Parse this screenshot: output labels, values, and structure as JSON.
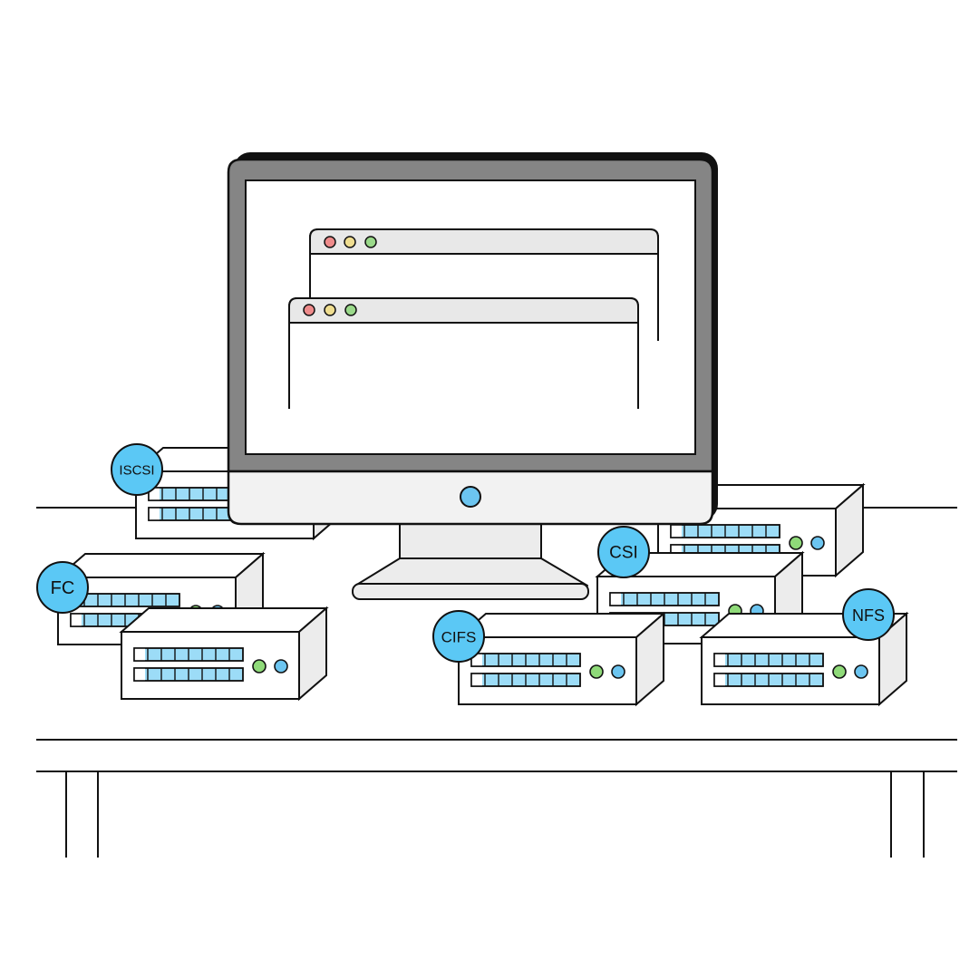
{
  "colors": {
    "outline": "#111111",
    "monitor_bezel": "#858585",
    "monitor_chin": "#f2f2f2",
    "screen": "#ffffff",
    "window_titlebar": "#e8e8e8",
    "dot_red": "#ee8b8b",
    "dot_yellow": "#efdd90",
    "dot_green": "#9ad98a",
    "badge": "#5bc8f5",
    "port": "#9cdcf7",
    "led_green": "#8fda79",
    "led_blue": "#6cc5f0",
    "server_side": "#ececec"
  },
  "icons": {
    "power_button": "power-button-icon",
    "window_controls": "window-controls-icon"
  },
  "protocol_badges": [
    {
      "id": "iscsi",
      "label": "ISCSI"
    },
    {
      "id": "fc",
      "label": "FC"
    },
    {
      "id": "csi",
      "label": "CSI"
    },
    {
      "id": "cifs",
      "label": "CIFS"
    },
    {
      "id": "nfs",
      "label": "NFS"
    }
  ]
}
